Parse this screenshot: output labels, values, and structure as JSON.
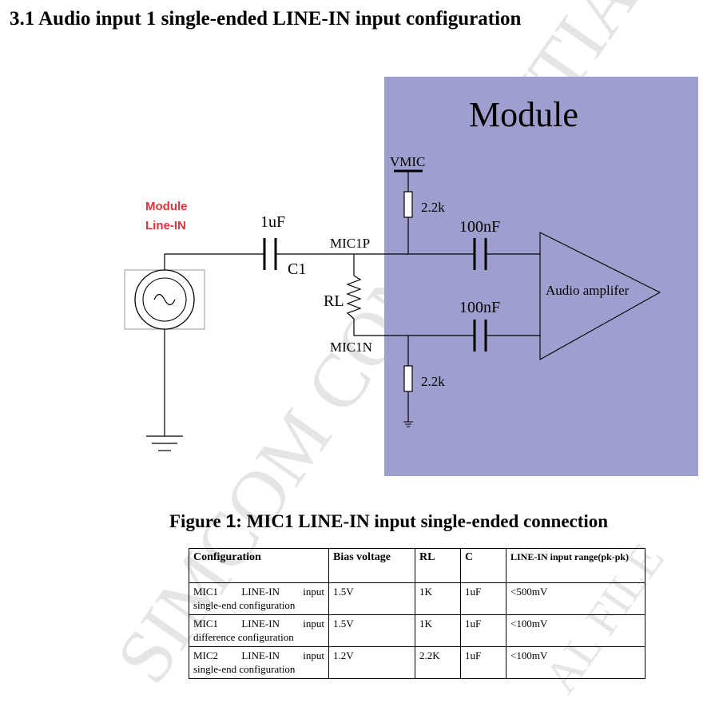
{
  "heading": "3.1 Audio input 1 single-ended LINE-IN input configuration",
  "diagram": {
    "module_label": "Module",
    "source_label_line1": "Module",
    "source_label_line2": "Line-IN",
    "cap_c1_value": "1uF",
    "cap_c1_name": "C1",
    "mic1p": "MIC1P",
    "mic1n": "MIC1N",
    "rl": "RL",
    "vmic": "VMIC",
    "r_top": "2.2k",
    "r_bottom": "2.2k",
    "cap_top": "100nF",
    "cap_bottom": "100nF",
    "amplifier": "Audio amplifer",
    "colors": {
      "module_fill": "#9e9fce",
      "source_label": "#e8313a"
    }
  },
  "figure": {
    "prefix": "Figure ",
    "number": "1",
    "text": ": MIC1 LINE-IN input single-ended connection"
  },
  "table": {
    "headers": [
      "Configuration",
      "Bias voltage",
      "RL",
      "C",
      "LINE-IN input range(pk-pk)"
    ],
    "rows": [
      {
        "config_line1": "MIC1 LINE-IN input",
        "config_line2": "single-end configuration",
        "bias": "1.5V",
        "rl": "1K",
        "c": "1uF",
        "range": "<500mV"
      },
      {
        "config_line1": "MIC1 LINE-IN input",
        "config_line2": "difference configuration",
        "bias": "1.5V",
        "rl": "1K",
        "c": "1uF",
        "range": "<100mV"
      },
      {
        "config_line1": "MIC2 LINE-IN input",
        "config_line2": "single-end configuration",
        "bias": "1.2V",
        "rl": "2.2K",
        "c": "1uF",
        "range": "<100mV"
      }
    ]
  },
  "watermark": {
    "text1": "SIMCOM CONFIDENTIAL",
    "text2": "AL FILE"
  }
}
